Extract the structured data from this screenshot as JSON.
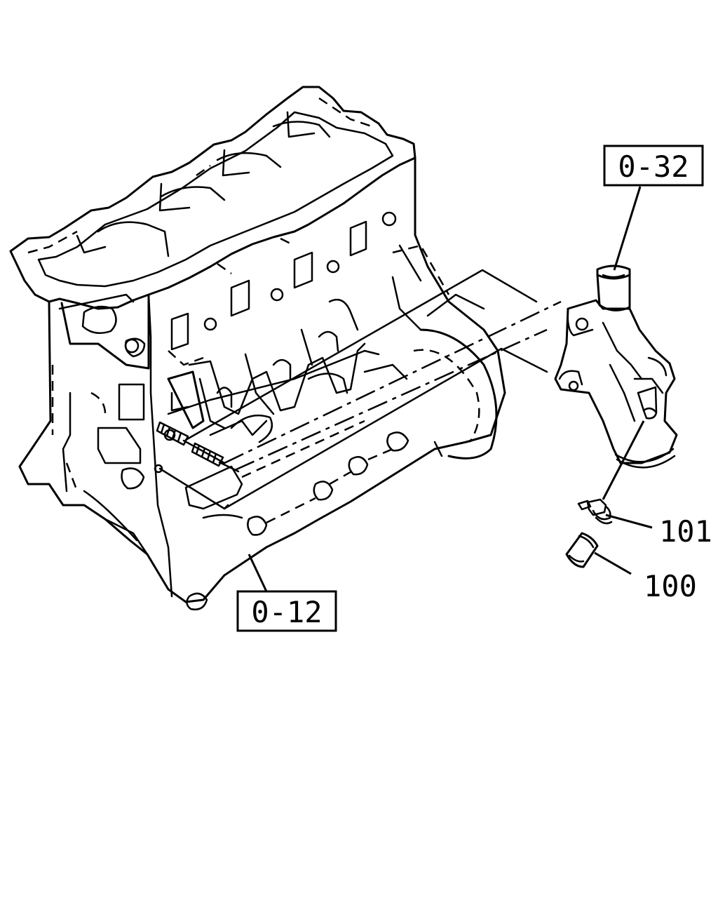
{
  "references": {
    "upper": "0-32",
    "lower": "0-12"
  },
  "callouts": {
    "part_101": "101",
    "part_100": "100"
  },
  "colors": {
    "ink": "#000000",
    "paper": "#ffffff"
  }
}
